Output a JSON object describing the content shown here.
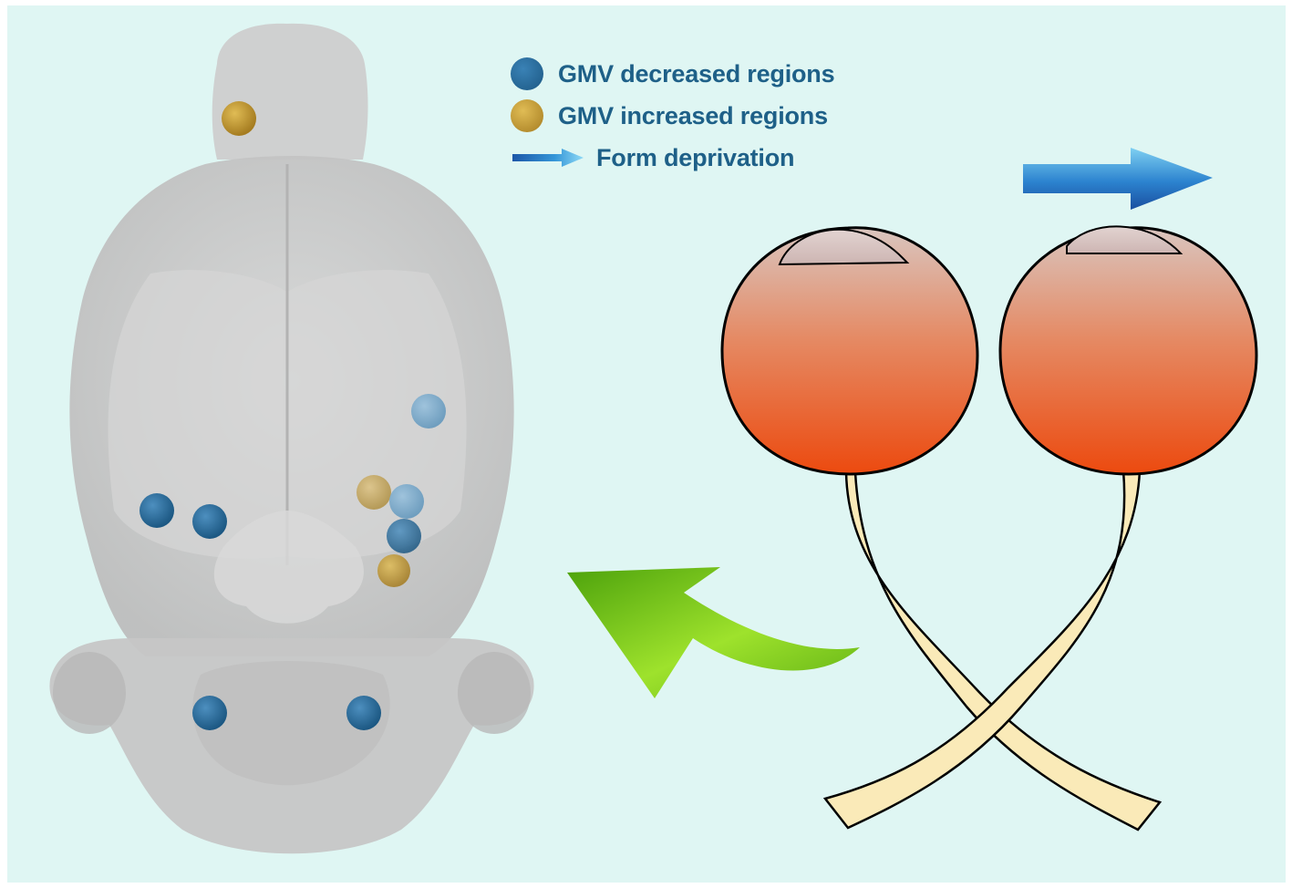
{
  "legend": {
    "items": [
      {
        "label": "GMV decreased regions",
        "color": "#205f8c"
      },
      {
        "label": "GMV increased regions",
        "color": "#c9a13d"
      },
      {
        "label": "Form deprivation",
        "color": "#2f78c4"
      }
    ]
  },
  "colors": {
    "background": "#dff6f3",
    "brain": "#c9c9c9",
    "eyeball_top": "#d6bcb4",
    "eyeball_bottom": "#ec4d12",
    "optic_nerve": "#faeab8",
    "green_arrow": "#7acc1c",
    "blue_arrow": "#2f78c4"
  }
}
